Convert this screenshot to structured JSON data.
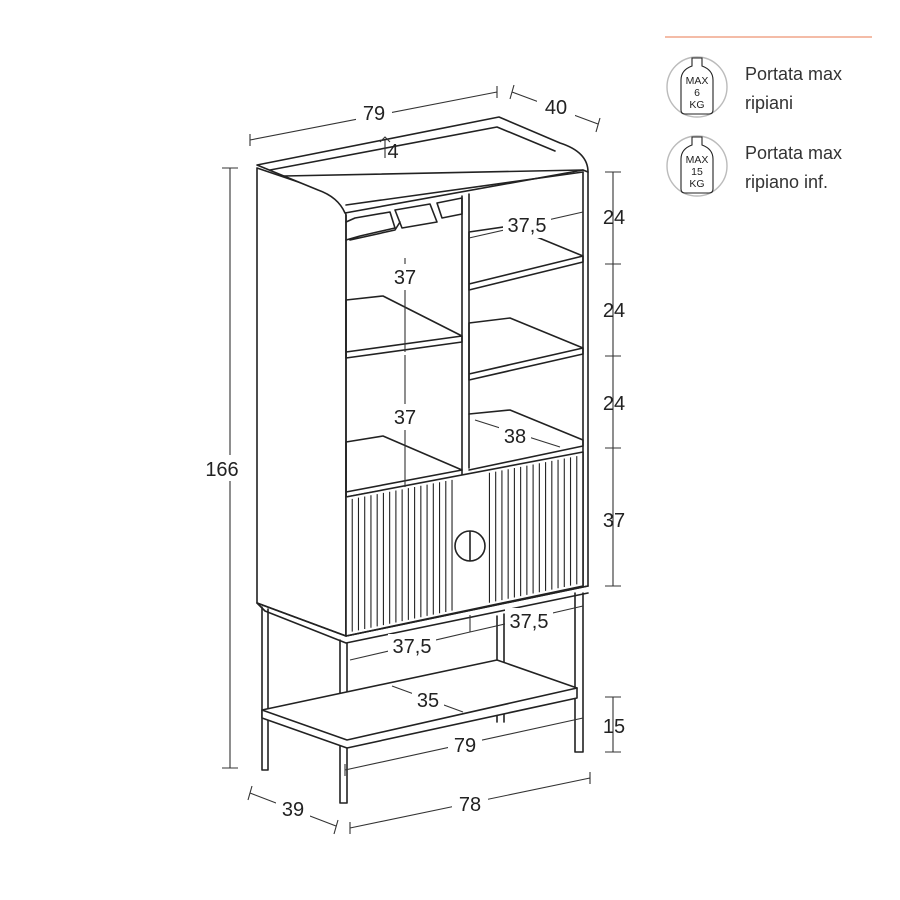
{
  "legend": {
    "items": [
      {
        "icon": "bottle-weight-icon",
        "badge_lines": [
          "MAX",
          "6",
          "KG"
        ],
        "label_lines": [
          "Portata max",
          "ripiani"
        ]
      },
      {
        "icon": "bottle-weight-icon",
        "badge_lines": [
          "MAX",
          "15",
          "KG"
        ],
        "label_lines": [
          "Portata max",
          "ripiano inf."
        ]
      }
    ],
    "divider_color": "#f0a58a"
  },
  "dimensions": {
    "top_width": "79",
    "top_depth": "40",
    "top_lip": "4",
    "overall_height": "166",
    "shelf_width": "37,5",
    "compartment_upper": "37",
    "compartment_lower": "37",
    "shelf_depth": "38",
    "right_h1": "24",
    "right_h2": "24",
    "right_h3": "24",
    "door_height": "37",
    "door_width_right": "37,5",
    "door_width_left": "37,5",
    "bottom_shelf_depth": "35",
    "bottom_shelf_height": "15",
    "bottom_width": "79",
    "base_depth": "39",
    "base_width": "78"
  }
}
